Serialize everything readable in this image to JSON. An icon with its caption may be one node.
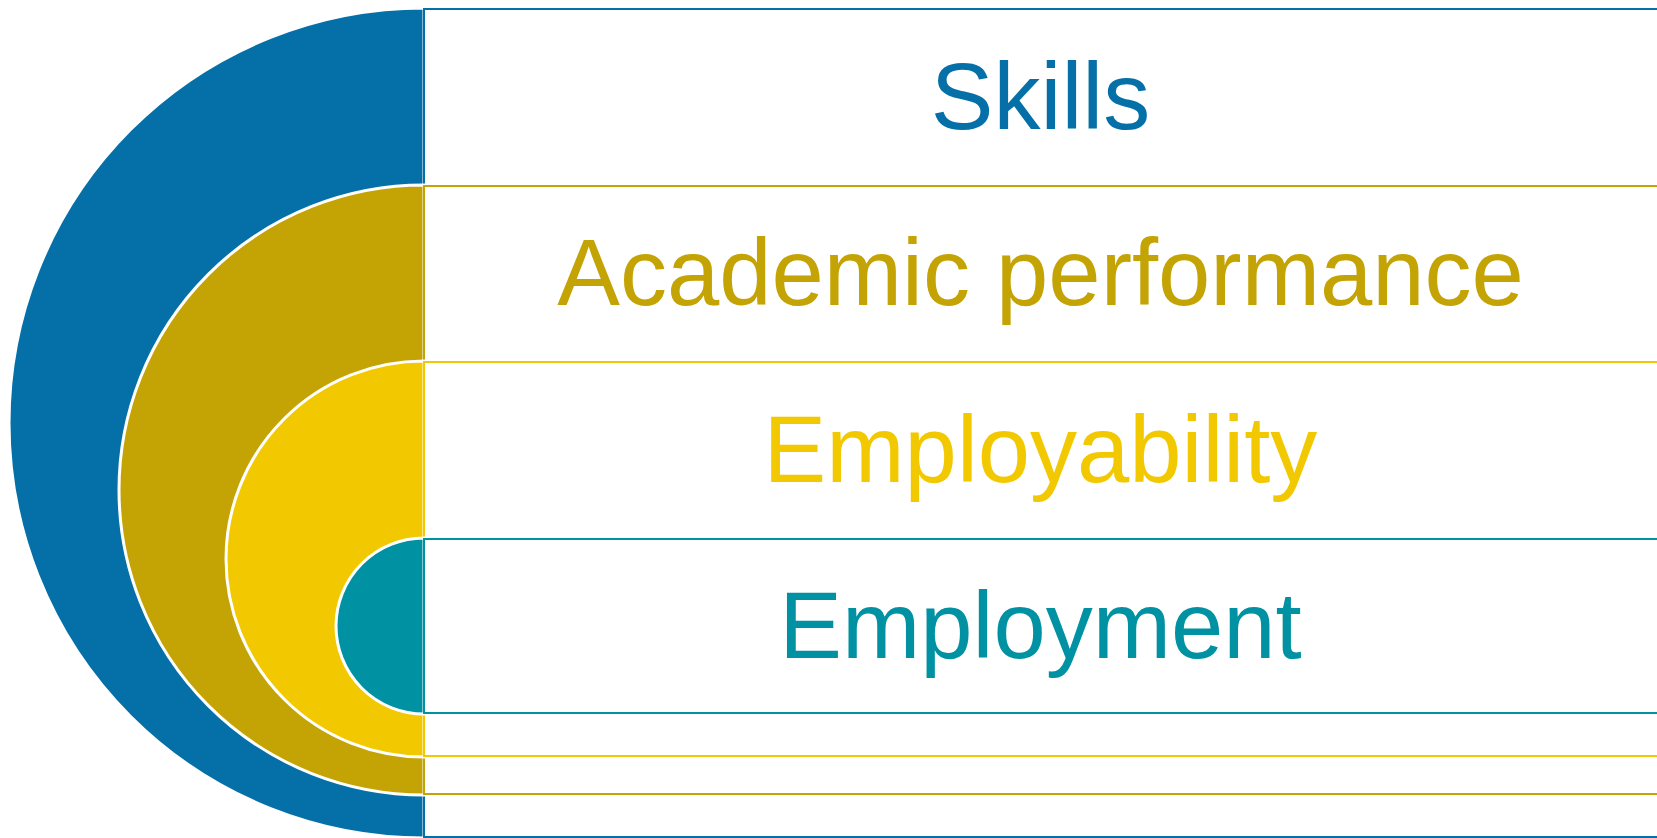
{
  "diagram": {
    "nodes": [
      {
        "text": [
          "Skills"
        ]
      },
      {
        "text": [
          "Academic performance"
        ],
        "in": 0
      },
      {
        "text": [
          "Employability"
        ],
        "in": 1
      },
      {
        "text": [
          "Employment"
        ],
        "in": 2
      }
    ]
  }
}
